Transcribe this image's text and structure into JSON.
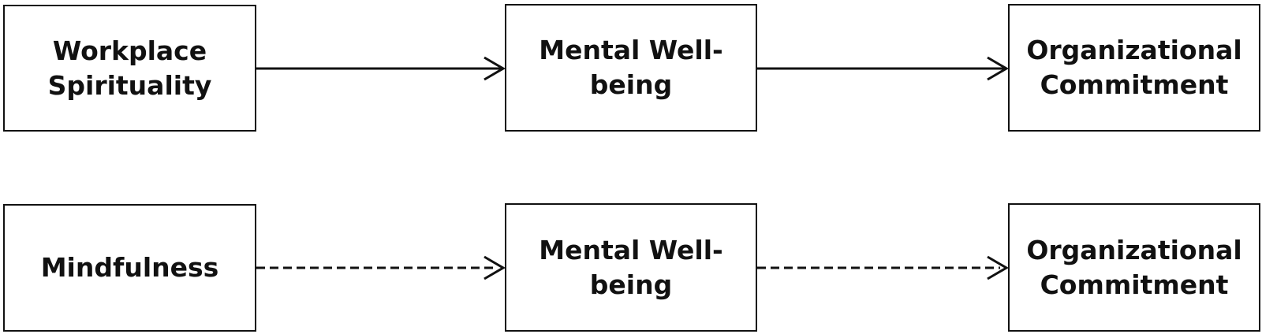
{
  "diagram": {
    "row1": {
      "nodes": [
        {
          "label": "Workplace\nSpirituality"
        },
        {
          "label": "Mental Well-\nbeing"
        },
        {
          "label": "Organizational\nCommitment"
        }
      ],
      "edge_style": "solid"
    },
    "row2": {
      "nodes": [
        {
          "label": "Mindfulness"
        },
        {
          "label": "Mental Well-\nbeing"
        },
        {
          "label": "Organizational\nCommitment"
        }
      ],
      "edge_style": "dashed"
    },
    "colors": {
      "stroke": "#111111",
      "text": "#111111",
      "background": "#ffffff"
    }
  }
}
